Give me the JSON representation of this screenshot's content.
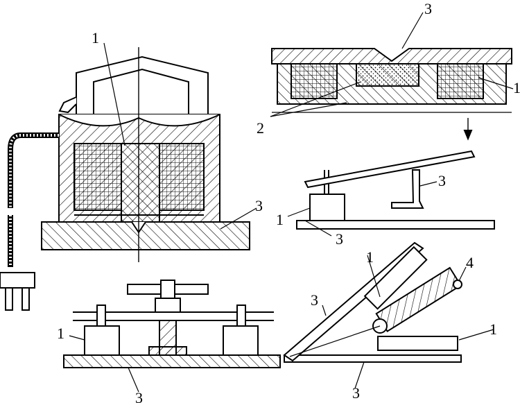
{
  "labels": {
    "tl_1": "1",
    "tl_3": "3",
    "tr_3": "3",
    "tr_1": "1",
    "tr_2": "2",
    "mr_3": "3",
    "mr_1": "1",
    "mr_3b": "3",
    "bl_1": "1",
    "bl_3": "3",
    "br_1a": "1",
    "br_4": "4",
    "br_3a": "3",
    "br_1b": "1",
    "br_3b": "3"
  },
  "colors": {
    "ink": "#000000",
    "paper": "#ffffff"
  }
}
